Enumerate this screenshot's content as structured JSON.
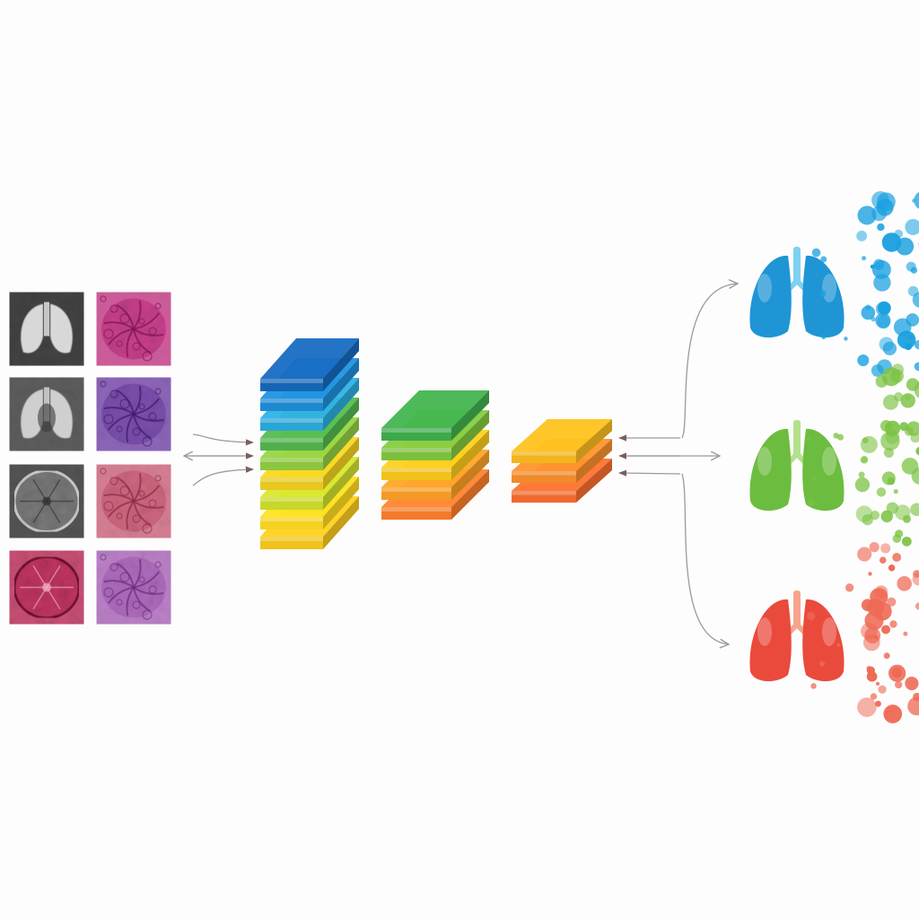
{
  "diagram": {
    "input_tiles": [
      {
        "kind": "xray-lungs-icon",
        "tone": "grayscale",
        "colors": [
          "#222222",
          "#6b6b6b",
          "#e9e9e9"
        ]
      },
      {
        "kind": "histology-tissue-icon",
        "tone": "magenta",
        "colors": [
          "#f3bfd9",
          "#c12a7e",
          "#7d1351"
        ]
      },
      {
        "kind": "ct-thorax-icon",
        "tone": "grayscale",
        "colors": [
          "#3a3a3a",
          "#8a8a8a",
          "#dcdcdc"
        ]
      },
      {
        "kind": "histology-tissue-icon",
        "tone": "purple",
        "colors": [
          "#c9b3e3",
          "#6e3da5",
          "#3d1a6a"
        ]
      },
      {
        "kind": "ct-axial-icon",
        "tone": "grayscale",
        "colors": [
          "#2f2f2f",
          "#7a7a7a",
          "#cfcfcf"
        ]
      },
      {
        "kind": "histology-tissue-icon",
        "tone": "pink",
        "colors": [
          "#f6d2dc",
          "#c8546f",
          "#8e2a45"
        ]
      },
      {
        "kind": "ct-axial-icon",
        "tone": "pink",
        "colors": [
          "#f1b5c6",
          "#c23661",
          "#7a1436"
        ]
      },
      {
        "kind": "histology-tissue-icon",
        "tone": "lilac",
        "colors": [
          "#e6c6ec",
          "#a65cb6",
          "#6e2b7d"
        ]
      }
    ],
    "stacks": [
      {
        "name": "large",
        "colors": [
          "#f0c21b",
          "#f5d21f",
          "#c8d72b",
          "#e8c81f",
          "#8cc63f",
          "#4fb04b",
          "#2aa6d6",
          "#1e88d1",
          "#1565b5"
        ]
      },
      {
        "name": "medium",
        "colors": [
          "#f37a2a",
          "#f49a25",
          "#f0c21b",
          "#7cbf3c",
          "#3ea84a"
        ]
      },
      {
        "name": "small",
        "colors": [
          "#ef6a2c",
          "#f08a2a",
          "#f2b51d"
        ]
      }
    ],
    "outputs": [
      {
        "name": "lungs-blue",
        "color": "#1f95d6",
        "light": "#7fd0f2",
        "dots": "#1aa0e0"
      },
      {
        "name": "lungs-green",
        "color": "#6cbd3f",
        "light": "#b4e08c",
        "dots": "#7cc243"
      },
      {
        "name": "lungs-red",
        "color": "#ea4a3c",
        "light": "#f7a58d",
        "dots": "#ee6a55"
      }
    ],
    "arrow_color": "#9a9a9a",
    "arrow_head_color": "#7a5f5a"
  }
}
